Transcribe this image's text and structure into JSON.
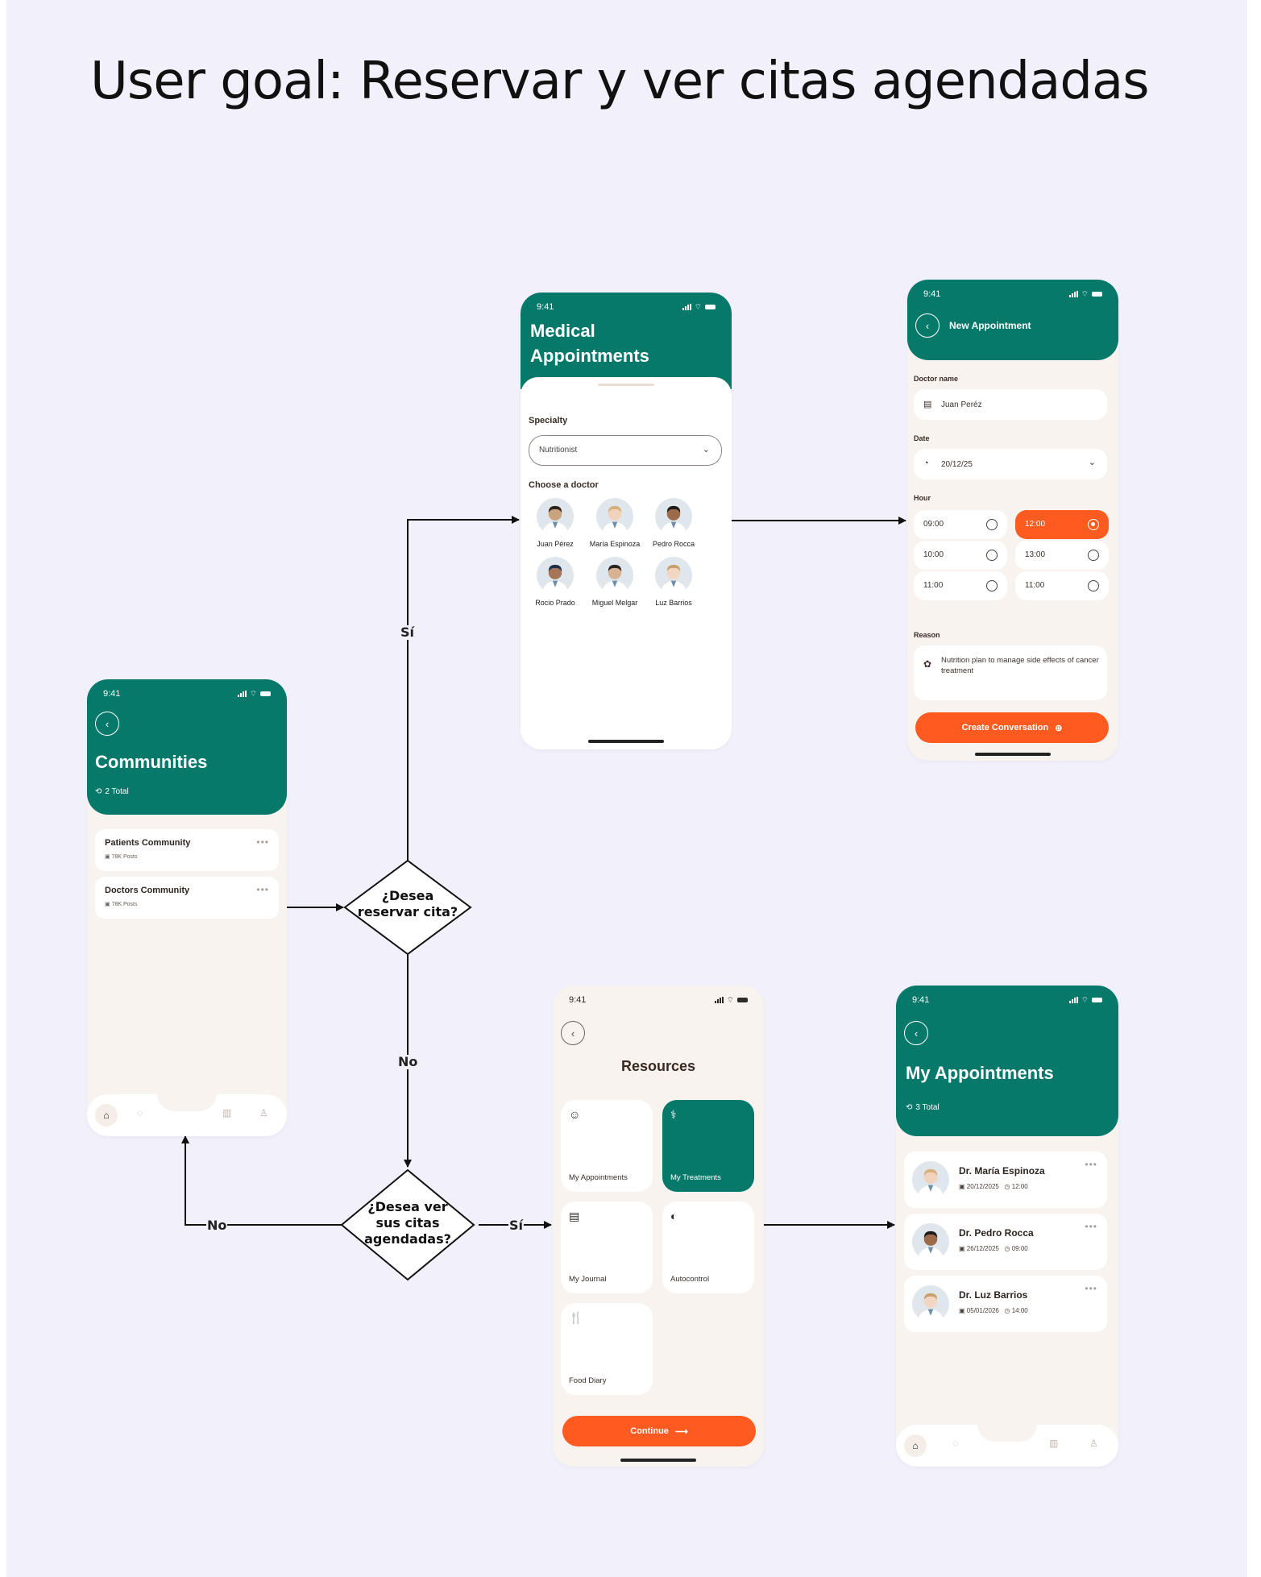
{
  "title": "User goal: Reservar y ver citas agendadas",
  "status_time": "9:41",
  "communities": {
    "title": "Communities",
    "total": "2 Total",
    "items": [
      {
        "name": "Patients Community",
        "posts": "78K Posts"
      },
      {
        "name": "Doctors Community",
        "posts": "78K Posts"
      }
    ]
  },
  "medical": {
    "title_line1": "Medical",
    "title_line2": "Appointments",
    "specialty_label": "Specialty",
    "specialty_value": "Nutritionist",
    "choose_label": "Choose a doctor",
    "doctors": [
      {
        "name": "Juan Pérez",
        "skin": "#c9a27e",
        "coat": "#ffffff",
        "hair": "#2b221d"
      },
      {
        "name": "María Espinoza",
        "skin": "#f1d2bd",
        "coat": "#ffffff",
        "hair": "#d7b07a"
      },
      {
        "name": "Pedro Rocca",
        "skin": "#9b6b4b",
        "coat": "#ffffff",
        "hair": "#1e1a18"
      },
      {
        "name": "Rocio Prado",
        "skin": "#a77555",
        "coat": "#ffffff",
        "hair": "#1d2e4c"
      },
      {
        "name": "Miguel Melgar",
        "skin": "#d7b394",
        "coat": "#ffffff",
        "hair": "#2a2320"
      },
      {
        "name": "Luz Barrios",
        "skin": "#f3d6c2",
        "coat": "#ffffff",
        "hair": "#c9a06c"
      }
    ]
  },
  "new_appointment": {
    "title": "New Appointment",
    "doctor_label": "Doctor name",
    "doctor_value": "Juan Peréz",
    "date_label": "Date",
    "date_value": "20/12/25",
    "hour_label": "Hour",
    "hours": [
      {
        "time": "09:00",
        "selected": false
      },
      {
        "time": "12:00",
        "selected": true
      },
      {
        "time": "10:00",
        "selected": false
      },
      {
        "time": "13:00",
        "selected": false
      },
      {
        "time": "11:00",
        "selected": false
      },
      {
        "time": "11:00",
        "selected": false
      }
    ],
    "reason_label": "Reason",
    "reason_value": "Nutrition plan to manage side effects of cancer treatment",
    "cta": "Create Conversation"
  },
  "resources": {
    "title": "Resources",
    "items": [
      {
        "label": "My Appointments",
        "icon": "☺",
        "active": false
      },
      {
        "label": "My Treatments",
        "icon": "⚕",
        "active": true
      },
      {
        "label": "My Journal",
        "icon": "▤",
        "active": false
      },
      {
        "label": "Autocontrol",
        "icon": "◐",
        "active": false
      },
      {
        "label": "Food Diary",
        "icon": "🍴",
        "active": false
      }
    ],
    "cta": "Continue"
  },
  "my_appointments": {
    "title": "My Appointments",
    "total": "3 Total",
    "items": [
      {
        "name": "Dr. María Espinoza",
        "date": "20/12/2025",
        "time": "12:00",
        "skin": "#f1d2bd",
        "hair": "#d7b07a"
      },
      {
        "name": "Dr. Pedro Rocca",
        "date": "26/12/2025",
        "time": "09:00",
        "skin": "#9b6b4b",
        "hair": "#1e1a18"
      },
      {
        "name": "Dr. Luz Barrios",
        "date": "05/01/2026",
        "time": "14:00",
        "skin": "#f3d6c2",
        "hair": "#c9a06c"
      }
    ]
  },
  "flow": {
    "decision1_line1": "¿Desea",
    "decision1_line2": "reservar cita?",
    "decision2_line1": "¿Desea ver",
    "decision2_line2": "sus citas",
    "decision2_line3": "agendadas?",
    "label_si_top": "Sí",
    "label_no_down": "No",
    "label_no_left": "No",
    "label_si_right": "Sí"
  },
  "colors": {
    "primary": "#06796b",
    "accent": "#ff5a1f",
    "surface": "#f8f3ef"
  }
}
